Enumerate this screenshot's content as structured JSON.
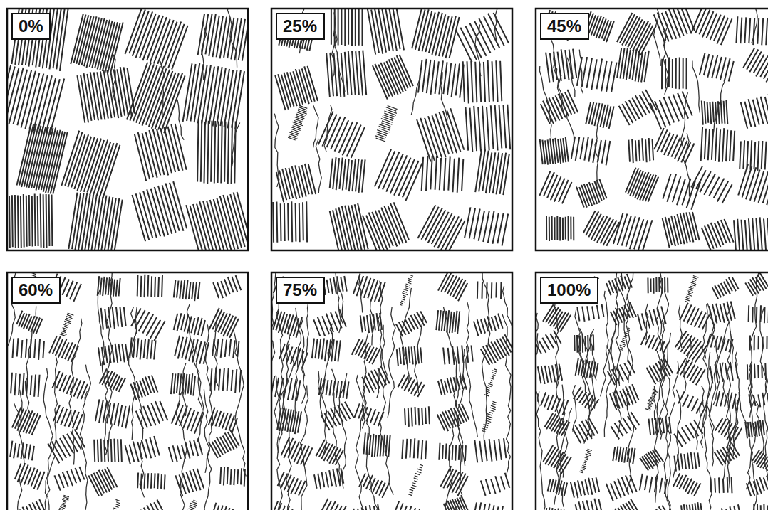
{
  "diagram": {
    "nodes": [
      {
        "text": [
          "0%"
        ]
      },
      {
        "text": [
          "25%"
        ]
      },
      {
        "text": [
          "45%"
        ]
      },
      {
        "text": [
          "60%"
        ]
      },
      {
        "text": [
          "75%"
        ]
      },
      {
        "text": [
          "100%"
        ]
      }
    ]
  }
}
